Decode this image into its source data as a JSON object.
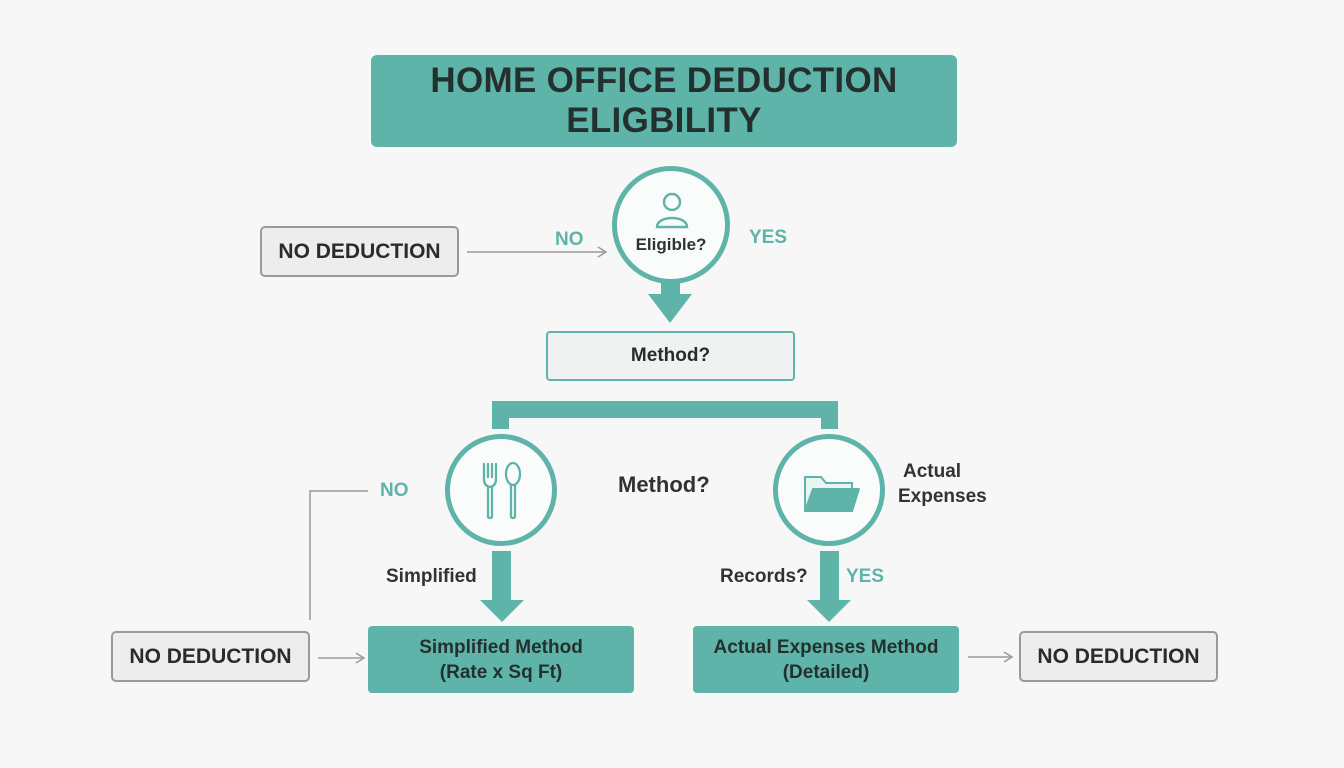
{
  "title": {
    "line1": "HOME OFFICE DEDUCTION",
    "line2": "ELIGBILITY"
  },
  "eligible_node": {
    "label": "Eligible?",
    "icon": "person-icon"
  },
  "no_deduction_top": "NO DEDUCTION",
  "no_deduction_left": "NO DEDUCTION",
  "no_deduction_right": "NO DEDUCTION",
  "labels": {
    "no_top": "NO",
    "yes_top": "YES",
    "no_left": "NO",
    "method_center": "Method?",
    "actual_expenses_line1": "Actual",
    "actual_expenses_line2": "Expenses",
    "simplified": "Simplified",
    "records": "Records?",
    "yes_right": "YES"
  },
  "method_box": "Method?",
  "simplified_box": {
    "line1": "Simplified Method",
    "line2": "(Rate x Sq Ft)"
  },
  "actual_box": {
    "line1": "Actual Expenses Method",
    "line2": "(Detailed)"
  },
  "icons": {
    "left_circle": "fork-spoon-icon",
    "right_circle": "folder-icon"
  },
  "colors": {
    "teal": "#5fb4a9",
    "dark": "#2b2b2b",
    "gray_border": "#9a9a9a",
    "background": "#f6f7f6"
  }
}
